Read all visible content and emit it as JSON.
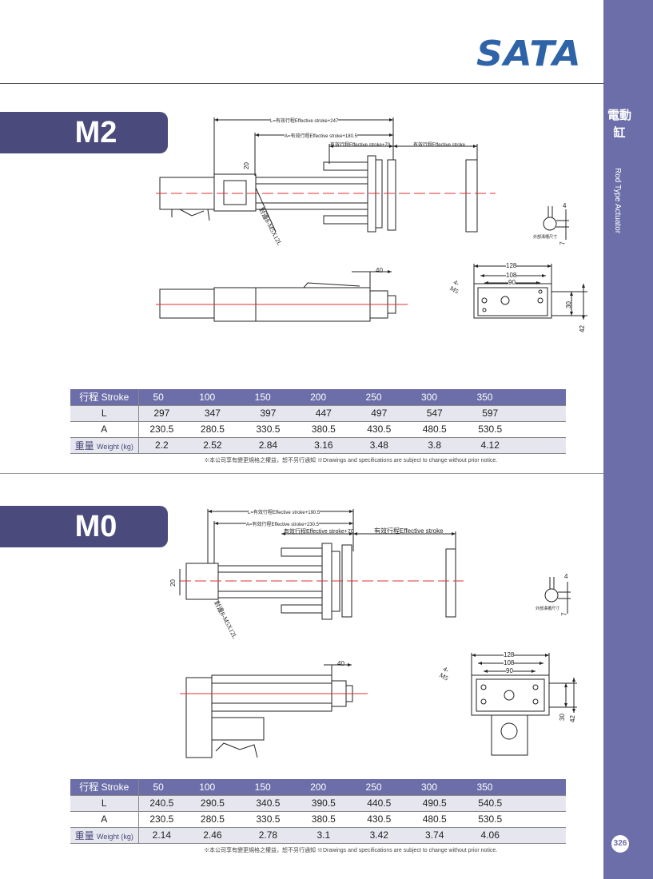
{
  "brand": "SATA",
  "sidebar": {
    "title_cn": "電動缸",
    "title_en": "Rod Type Actuator",
    "page_number": "326"
  },
  "sections": [
    {
      "model": "M2",
      "dims": {
        "L": "L=有效行程Effective stroke+247",
        "A": "A=有效行程Effective stroke+180.5",
        "plus70": "有效行程Effective stroke+70",
        "stroke": "有效行程Effective stroke",
        "d20": "20",
        "thread": "對邊8-M5X12L",
        "d40": "40",
        "d128": "128",
        "d108": "108",
        "d90": "90",
        "m5": "4-M5",
        "d30": "30",
        "d42": "42",
        "g4": "4",
        "g7": "7",
        "groove": "外部溝槽尺寸"
      },
      "table": {
        "header": "行程 Stroke",
        "strokes": [
          "50",
          "100",
          "150",
          "200",
          "250",
          "300",
          "350"
        ],
        "L_label": "L",
        "L": [
          "297",
          "347",
          "397",
          "447",
          "497",
          "547",
          "597"
        ],
        "A_label": "A",
        "A": [
          "230.5",
          "280.5",
          "330.5",
          "380.5",
          "430.5",
          "480.5",
          "530.5"
        ],
        "W_label_cn": "重量",
        "W_label_en": "Weight (kg)",
        "W": [
          "2.2",
          "2.52",
          "2.84",
          "3.16",
          "3.48",
          "3.8",
          "4.12"
        ]
      },
      "note": "※本公司享有變更規格之權益，恕不另行通知 ※Drawings and specifications are subject to change without prior notice."
    },
    {
      "model": "M0",
      "dims": {
        "L": "L=有效行程Effective stroke+190.5",
        "A": "A=有效行程Effective stroke+230.5",
        "plus70": "有效行程Effective stroke+70",
        "stroke": "有效行程Effective stroke",
        "d20": "20",
        "thread": "對邊8-M5X12L",
        "d40": "40",
        "d128": "128",
        "d108": "108",
        "d90": "90",
        "m5": "4-M5",
        "d30": "30",
        "d42": "42",
        "g4": "4",
        "g7": "7",
        "groove": "外部溝槽尺寸"
      },
      "table": {
        "header": "行程 Stroke",
        "strokes": [
          "50",
          "100",
          "150",
          "200",
          "250",
          "300",
          "350"
        ],
        "L_label": "L",
        "L": [
          "240.5",
          "290.5",
          "340.5",
          "390.5",
          "440.5",
          "490.5",
          "540.5"
        ],
        "A_label": "A",
        "A": [
          "230.5",
          "280.5",
          "330.5",
          "380.5",
          "430.5",
          "480.5",
          "530.5"
        ],
        "W_label_cn": "重量",
        "W_label_en": "Weight (kg)",
        "W": [
          "2.14",
          "2.46",
          "2.78",
          "3.1",
          "3.42",
          "3.74",
          "4.06"
        ]
      },
      "note": "※本公司享有變更規格之權益，恕不另行通知 ※Drawings and specifications are subject to change without prior notice."
    }
  ],
  "colors": {
    "sidebar": "#6c6ea9",
    "tag": "#4a4b7c",
    "brand": "#2f63a8",
    "centerline": "#e03030"
  }
}
